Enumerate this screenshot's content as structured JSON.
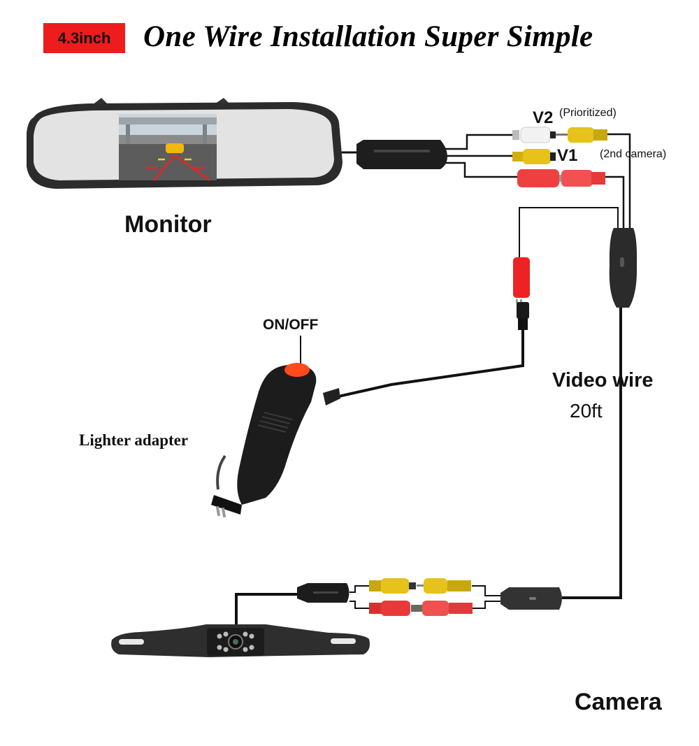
{
  "header": {
    "size_badge": "4.3inch",
    "title": "One Wire Installation Super Simple"
  },
  "labels": {
    "monitor": "Monitor",
    "v2": "V2",
    "v2_note": "(Prioritized)",
    "v1": "V1",
    "second_camera": "(2nd camera)",
    "on_off": "ON/OFF",
    "lighter_adapter": "Lighter adapter",
    "video_wire": "Video wire",
    "video_wire_length": "20ft",
    "camera": "Camera"
  },
  "components": [
    {
      "name": "Rearview mirror monitor",
      "type": "monitor"
    },
    {
      "name": "Monitor junction box",
      "type": "connector"
    },
    {
      "name": "V2 input (white RCA) with yellow plug",
      "type": "rca",
      "colors": [
        "#f2f2f2",
        "#e6c21a"
      ]
    },
    {
      "name": "V1 input (yellow RCA)",
      "type": "rca",
      "colors": [
        "#e6c21a"
      ]
    },
    {
      "name": "Power input (red RCA pair)",
      "type": "rca",
      "colors": [
        "#ef4040"
      ]
    },
    {
      "name": "Power splitter plug (red RCA to DC)",
      "type": "rca",
      "colors": [
        "#ee2222"
      ]
    },
    {
      "name": "Inline video wire junction",
      "type": "connector"
    },
    {
      "name": "Cigarette lighter adapter with ON/OFF switch",
      "type": "power"
    },
    {
      "name": "Camera RCA pair (yellow + red)",
      "type": "rca",
      "colors": [
        "#e6c21a",
        "#e83a3a"
      ]
    },
    {
      "name": "License plate backup camera",
      "type": "camera"
    }
  ],
  "colors": {
    "badge": "#ee1c1c",
    "wire": "#111111",
    "rca_yellow": "#e6c21a",
    "rca_red": "#ef4040",
    "rca_white": "#f2f2f2",
    "switch": "#ff4a1c"
  }
}
